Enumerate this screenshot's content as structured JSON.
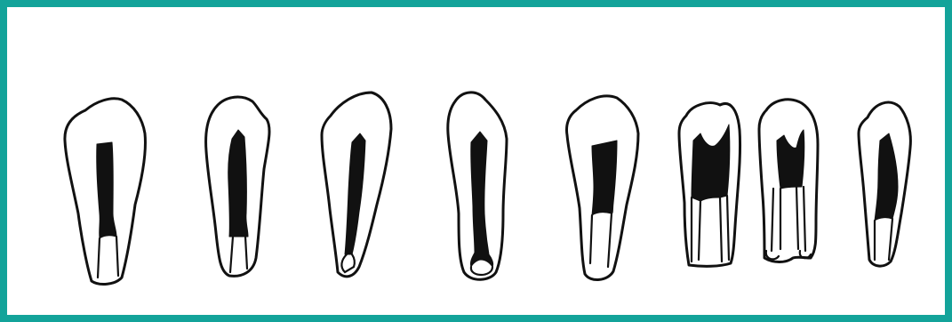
{
  "figure": {
    "frame_color": "#13a39a",
    "background_color": "#ffffff",
    "ink_color": "#111111",
    "teeth": [
      {
        "id": "tooth-1"
      },
      {
        "id": "tooth-2"
      },
      {
        "id": "tooth-3"
      },
      {
        "id": "tooth-4"
      },
      {
        "id": "tooth-5"
      },
      {
        "id": "tooth-6"
      },
      {
        "id": "tooth-7"
      },
      {
        "id": "tooth-8"
      }
    ]
  }
}
